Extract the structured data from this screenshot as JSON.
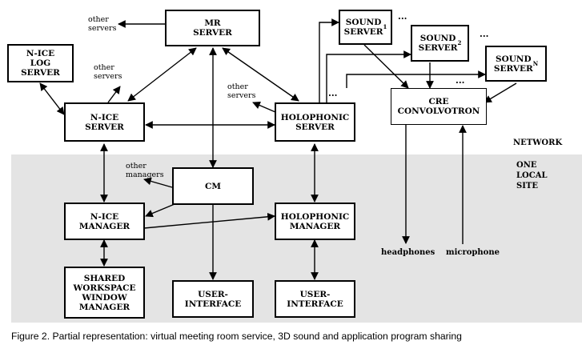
{
  "boxes": {
    "mr_server": "MR\nSERVER",
    "nice_log_server": "N-ICE\nLOG\nSERVER",
    "nice_server": "N-ICE\nSERVER",
    "holophonic_server": "HOLOPHONIC\nSERVER",
    "sound_server_1": "SOUND\nSERVER",
    "sound_server_1_sub": "1",
    "sound_server_2": "SOUND\nSERVER",
    "sound_server_2_sub": "2",
    "sound_server_n": "SOUND\nSERVER",
    "sound_server_n_sub": "N",
    "cre_convolvotron": "CRE\nCONVOLVOTRON",
    "cm": "CM",
    "nice_manager": "N-ICE\nMANAGER",
    "holophonic_manager": "HOLOPHONIC\nMANAGER",
    "shared_workspace_window_manager": "SHARED\nWORKSPACE\nWINDOW\nMANAGER",
    "user_interface_1": "USER-\nINTERFACE",
    "user_interface_2": "USER-\nINTERFACE"
  },
  "labels": {
    "other_servers_mr": "other\nservers",
    "other_servers_nice": "other\nservers",
    "other_servers_holo": "other\nservers",
    "other_managers": "other\nmanagers",
    "network": "NETWORK",
    "one_local_site": "ONE\nLOCAL\nSITE",
    "headphones": "headphones",
    "microphone": "microphone",
    "ellipsis": "..."
  },
  "caption": "Figure 2. Partial representation: virtual meeting room service, 3D sound and application program sharing"
}
